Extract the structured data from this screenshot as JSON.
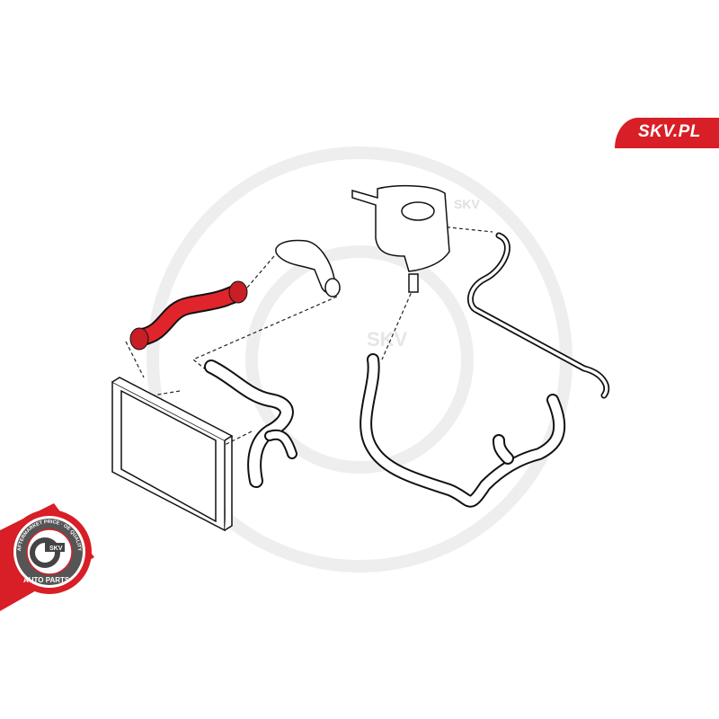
{
  "brand": {
    "label": "SKV.PL",
    "color": "#d81e26"
  },
  "seal": {
    "top_text": "AFTERMARKET PRICE · OE QUALITY",
    "center_text": "SKV",
    "bottom_text": "AUTO PARTS"
  },
  "watermark": {
    "text": "SKV"
  },
  "colors": {
    "highlight_part": "#e0242c",
    "outline": "#111111",
    "watermark": "#eeeeee"
  }
}
